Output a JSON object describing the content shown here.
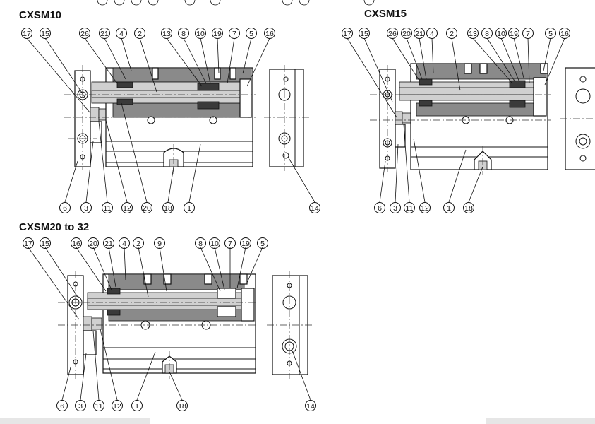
{
  "titles": {
    "a": "CXSM10",
    "b": "CXSM15",
    "c": "CXSM20 to 32"
  },
  "labels": {
    "a_top": [
      "17",
      "15",
      "26",
      "21",
      "4",
      "2",
      "13",
      "8",
      "10",
      "19",
      "7",
      "5",
      "16"
    ],
    "a_bottom": [
      "6",
      "3",
      "11",
      "12",
      "20",
      "18",
      "1",
      "14"
    ],
    "b_top": [
      "17",
      "15",
      "26",
      "20",
      "21",
      "4",
      "2",
      "13",
      "8",
      "10",
      "19",
      "7",
      "5",
      "16"
    ],
    "b_bottom": [
      "6",
      "3",
      "11",
      "12",
      "1",
      "18"
    ],
    "c_top": [
      "17",
      "15",
      "16",
      "20",
      "21",
      "4",
      "2",
      "9",
      "8",
      "10",
      "7",
      "19",
      "5"
    ],
    "c_bottom": [
      "6",
      "3",
      "11",
      "12",
      "1",
      "18",
      "14"
    ]
  }
}
